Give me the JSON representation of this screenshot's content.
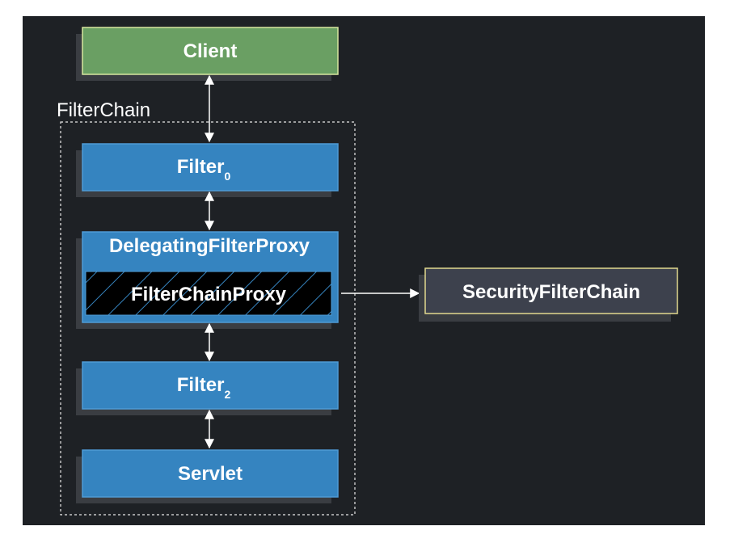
{
  "diagram": {
    "client": {
      "label": "Client"
    },
    "filter_chain": {
      "label": "FilterChain"
    },
    "filter0": {
      "label": "Filter",
      "subscript": "0"
    },
    "delegating_proxy": {
      "label": "DelegatingFilterProxy"
    },
    "filter_chain_proxy": {
      "label": "FilterChainProxy"
    },
    "filter2": {
      "label": "Filter",
      "subscript": "2"
    },
    "servlet": {
      "label": "Servlet"
    },
    "security_filter_chain": {
      "label": "SecurityFilterChain"
    }
  },
  "colors": {
    "background": "#1e2125",
    "client_fill": "#6a9f63",
    "client_border": "#d8e7a0",
    "filter_fill": "#3584c0",
    "filter_border": "#4f9bd6",
    "proxy_fill": "#000000",
    "hatch": "#3584c0",
    "security_fill": "#3d414d",
    "security_border": "#e2d98e",
    "shadow": "#3a3d42",
    "arrow": "#ffffff",
    "chain_border": "#e8e8e8",
    "text": "#ffffff"
  }
}
